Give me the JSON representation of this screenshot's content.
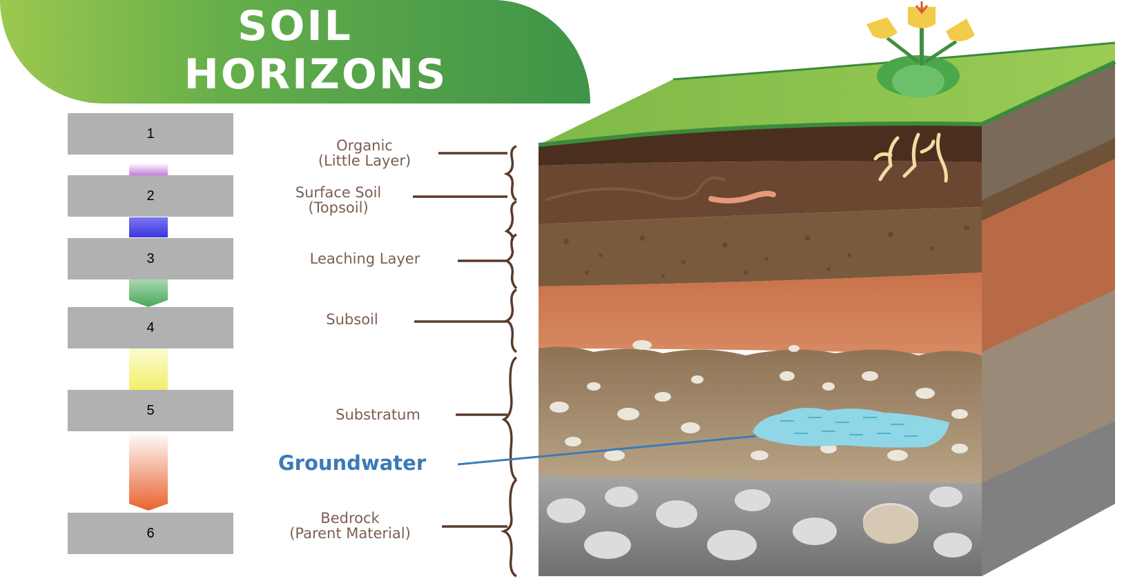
{
  "title": {
    "line1": "SOIL",
    "line2": "HORIZONS"
  },
  "numbers": [
    "1",
    "2",
    "3",
    "4",
    "5",
    "6"
  ],
  "layers": {
    "organic": "Organic\n(Little Layer)",
    "surface_soil": "Surface Soil\n(Topsoil)",
    "leaching": "Leaching Layer",
    "subsoil": "Subsoil",
    "substratum": "Substratum",
    "groundwater": "Groundwater",
    "bedrock": "Bedrock\n(Parent Material)"
  },
  "colors": {
    "banner_green": "#4a9d47",
    "grass": "#8cc04d",
    "organic": "#4b2f1e",
    "topsoil": "#6b4630",
    "leaching": "#7a5a3c",
    "subsoil": "#cf7a52",
    "substratum": "#9c8468",
    "bedrock": "#8c8c8c",
    "groundwater": "#8fd6e6",
    "label_brown": "#7b5e51",
    "groundwater_label": "#3a7bb8",
    "arrow_colors": [
      "#c77ce0",
      "#3b34e0",
      "#4aa85a",
      "#f2f06a",
      "#e8622e"
    ]
  },
  "icons": [
    "flower-icon",
    "roots-icon",
    "worm-icon",
    "brace-icon"
  ]
}
